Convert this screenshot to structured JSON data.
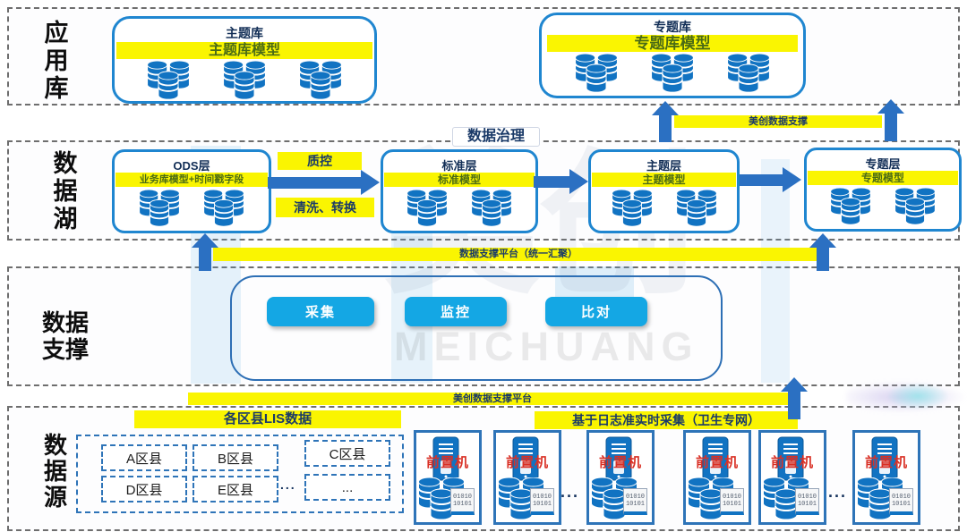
{
  "layer_labels": {
    "app": "应用库",
    "lake": "数据湖",
    "support": "数据支撑",
    "source": "数据源"
  },
  "app_layer": {
    "subject_db": {
      "title": "主题库",
      "band": "主题库模型"
    },
    "special_db": {
      "title": "专题库",
      "band": "专题库模型"
    }
  },
  "banners": {
    "meichuang_support": "美创数据支撑",
    "unified_platform": "数据支撑平台（统一汇聚）",
    "meichuang_platform": "美创数据支撑平台"
  },
  "lake_layer": {
    "governance_label": "数据治理",
    "quality_label": "质控",
    "clean_label": "清洗、转换",
    "ods": {
      "title": "ODS层",
      "band": "业务库模型+时间戳字段"
    },
    "standard": {
      "title": "标准层",
      "band": "标准模型"
    },
    "subject": {
      "title": "主题层",
      "band": "主题模型"
    },
    "special": {
      "title": "专题层",
      "band": "专题模型"
    }
  },
  "support_layer": {
    "buttons": [
      "采集",
      "监控",
      "比对"
    ]
  },
  "source_layer": {
    "lis_label": "各区县LIS数据",
    "log_label": "基于日志准实时采集（卫生专网）",
    "counties": [
      "A区县",
      "B区县",
      "C区县",
      "D区县",
      "E区县"
    ],
    "ellipsis": "...",
    "front_machine_label": "前置机",
    "binary_lines": [
      "01010",
      "10101"
    ]
  },
  "watermark": {
    "cn": "美创",
    "en": "MEICHUANG"
  },
  "colors": {
    "yellow_band": "#FAF501",
    "db_blue": "#1173C2",
    "border_blue": "#1F86D0",
    "arrow_blue": "#2B70C2",
    "button_cyan": "#14A7E4",
    "front_machine_red": "#D93025"
  }
}
